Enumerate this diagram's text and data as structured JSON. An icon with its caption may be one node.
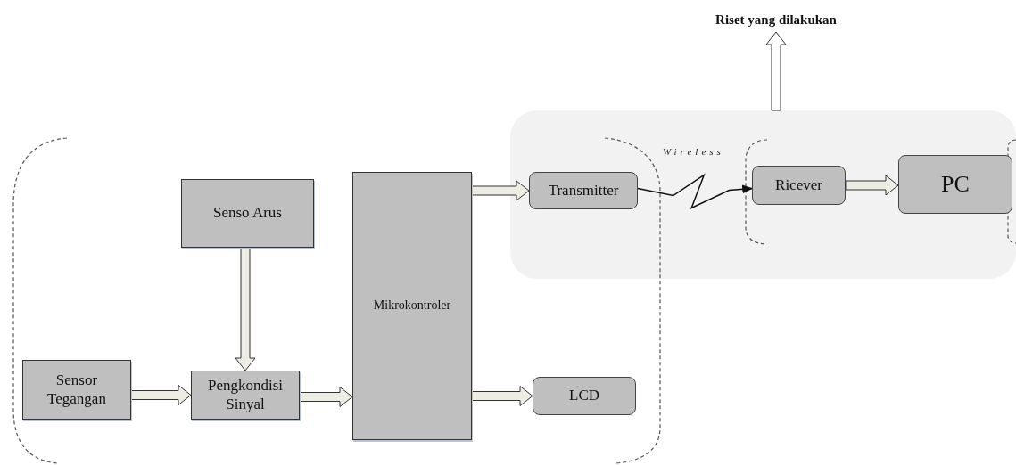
{
  "diagram": {
    "nodes": [
      {
        "text": [
          "Riset yang dilakukan"
        ]
      },
      {
        "text": [],
        "shape": "box"
      },
      {
        "text": [
          "Senso Arus"
        ]
      },
      {
        "text": [
          "Sensor Tegangan"
        ]
      },
      {
        "text": [
          "Pengkondisi Sinyal"
        ]
      },
      {
        "text": [
          "Mikrokontroler"
        ]
      },
      {
        "text": [
          "Transmitter"
        ],
        "in": 1
      },
      {
        "text": [
          "LCD"
        ]
      },
      {
        "text": [
          "Ricever"
        ],
        "in": 1
      },
      {
        "text": [
          "PC"
        ],
        "in": 1
      }
    ],
    "edges": [
      {
        "from": 2,
        "to": 4,
        "arrow": "to"
      },
      {
        "from": 3,
        "to": 4,
        "arrow": "to"
      },
      {
        "from": 4,
        "to": 5,
        "arrow": "to"
      },
      {
        "from": 5,
        "to": 6,
        "arrow": "to"
      },
      {
        "from": 5,
        "to": 7,
        "arrow": "to"
      },
      {
        "from": 6,
        "to": 8,
        "arrow": "to",
        "label": "Wireless"
      },
      {
        "from": 8,
        "to": 9,
        "arrow": "to"
      },
      {
        "from": 1,
        "to": 0,
        "arrow": "to",
        "color": "#ffffff"
      }
    ]
  }
}
